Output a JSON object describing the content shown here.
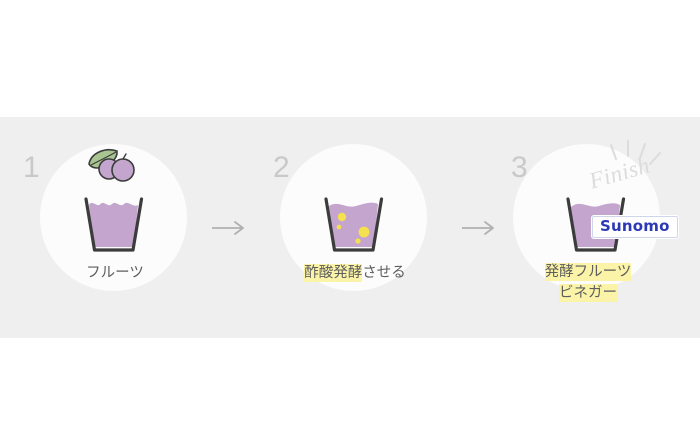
{
  "theme": {
    "band_background": "#efefef",
    "page_background": "#ffffff",
    "circle_fill": "#fcfcfc",
    "glass_outline": "#3c3c3c",
    "liquid_purple": "#c3a5cd",
    "bubble_yellow": "#f5e14f",
    "leaf_green": "#a8c490",
    "berry_purple": "#c3a5cd",
    "highlight_yellow": "#fbf3a8",
    "caption_text": "#5d5d5d",
    "step_number": "#c9c9c9",
    "arrow_gray": "#b0b0b0",
    "finish_gray": "#dcdcdc",
    "logo_blue": "#2b39b5",
    "logo_border": "#cfd6ea"
  },
  "steps": [
    {
      "number": "1",
      "caption_plain": "フルーツ",
      "caption_highlighted": "",
      "caption_suffix": "",
      "icons": [
        "berry-fruit-icon",
        "glass-with-fruit-icon"
      ],
      "glass_state": "fruit-chunks"
    },
    {
      "number": "2",
      "caption_plain": "",
      "caption_highlighted": "酢酸発酵",
      "caption_suffix": "させる",
      "icons": [
        "glass-with-bubbles-icon"
      ],
      "glass_state": "fermenting-bubbles"
    },
    {
      "number": "3",
      "caption_plain": "",
      "caption_highlighted_line1": "発酵フルーツ",
      "caption_highlighted_line2": "ビネガー",
      "icons": [
        "glass-finished-icon",
        "sparkle-burst-icon"
      ],
      "glass_state": "finished-vinegar",
      "finish_label": "Finish",
      "logo_label": "Sunomo"
    }
  ],
  "arrows": [
    {
      "name": "arrow-step1-to-step2",
      "glyph": "→"
    },
    {
      "name": "arrow-step2-to-step3",
      "glyph": "→"
    }
  ]
}
